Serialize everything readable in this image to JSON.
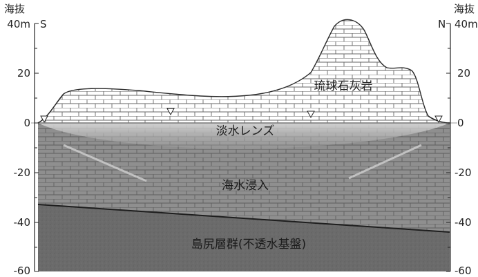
{
  "left_axis": {
    "title": "海抜",
    "direction": "S",
    "ticks": [
      "40m",
      "20",
      "0",
      "-20",
      "-40",
      "-60"
    ]
  },
  "right_axis": {
    "title": "海抜",
    "direction": "N",
    "ticks": [
      "40m",
      "20",
      "0",
      "-20",
      "-40",
      "-60"
    ]
  },
  "layers": {
    "limestone": "琉球石灰岩",
    "freshwater_lens": "淡水レンズ",
    "seawater_intrusion": "海水浸入",
    "basement": "島尻層群(不透水基盤)"
  },
  "colors": {
    "limestone": "#ffffff",
    "lens": "#c8c8c8",
    "saline": "#8f8f8f",
    "basement": "#6e6e6e",
    "brick_lines": "#555555"
  }
}
